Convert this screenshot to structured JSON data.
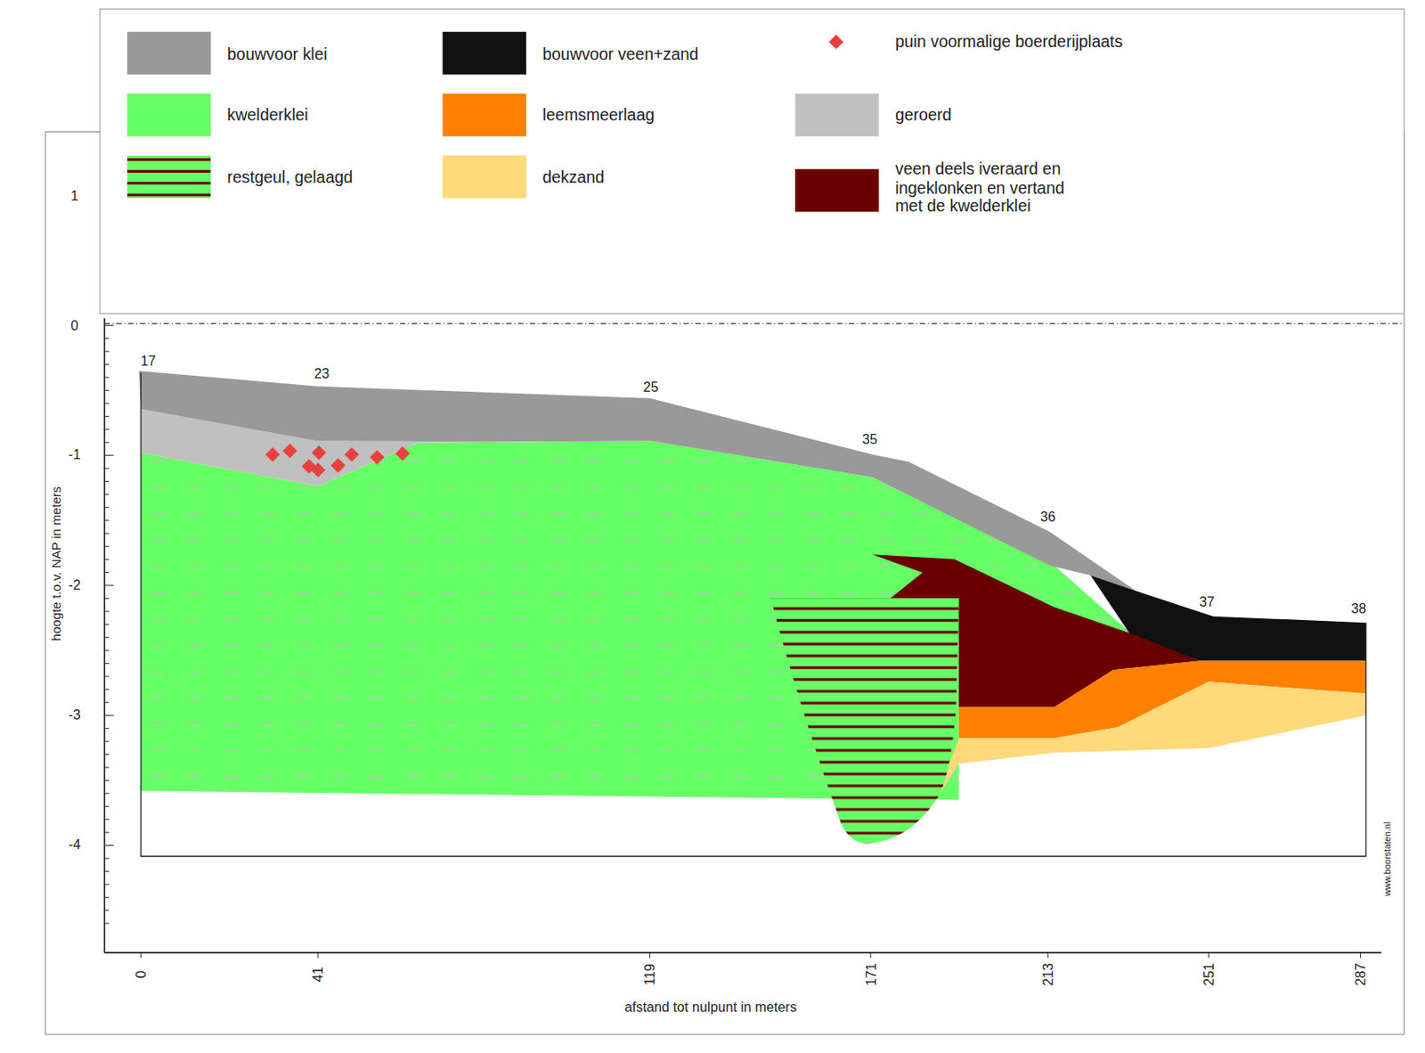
{
  "diagram": {
    "labels": [
      "1",
      "0",
      "-1",
      "-2",
      "-3",
      "-4",
      "hoogte t.o.v. NAP in meters",
      "17",
      "23",
      "25",
      "35",
      "36",
      "37",
      "38",
      "0",
      "41",
      "119",
      "171",
      "213",
      "251",
      "287",
      "afstand tot nulpunt in meters",
      "www.boorstaten.nl"
    ],
    "legend": [
      {
        "text": "bouwvoor klei",
        "color": "#999999"
      },
      {
        "text": "bouwvoor veen+zand",
        "color": "#111111"
      },
      {
        "text": "puin voormalige boerderijplaats"
      },
      {
        "text": "kwelderklei",
        "color": "#66ff66"
      },
      {
        "text": "leemsmeerlaag",
        "color": "#ff8000"
      },
      {
        "text": "geroerd",
        "color": "#c0c0c0"
      },
      {
        "text": "restgeul, gelaagd"
      },
      {
        "text": "dekzand",
        "color": "#ffd97a"
      },
      {
        "text": "veen deels iveraard en ingeklonken en vertand met de kwelderklei",
        "color": "#6b0000"
      }
    ]
  }
}
